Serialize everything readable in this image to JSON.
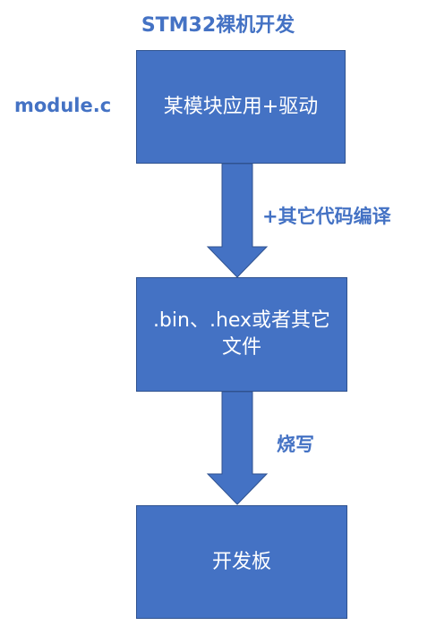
{
  "title": "STM32裸机开发",
  "side_label": "module.c",
  "nodes": [
    {
      "lines": [
        "某模块应用+驱动"
      ]
    },
    {
      "lines": [
        ".bin、.hex或者其它",
        "文件"
      ]
    },
    {
      "lines": [
        "开发板"
      ]
    }
  ],
  "edges": [
    {
      "label": "+其它代码编译"
    },
    {
      "label": "烧写"
    }
  ],
  "colors": {
    "box_fill": "#4472C4",
    "box_border": "#2F528F",
    "label_text": "#4472C4",
    "box_text": "#FFFFFF"
  }
}
